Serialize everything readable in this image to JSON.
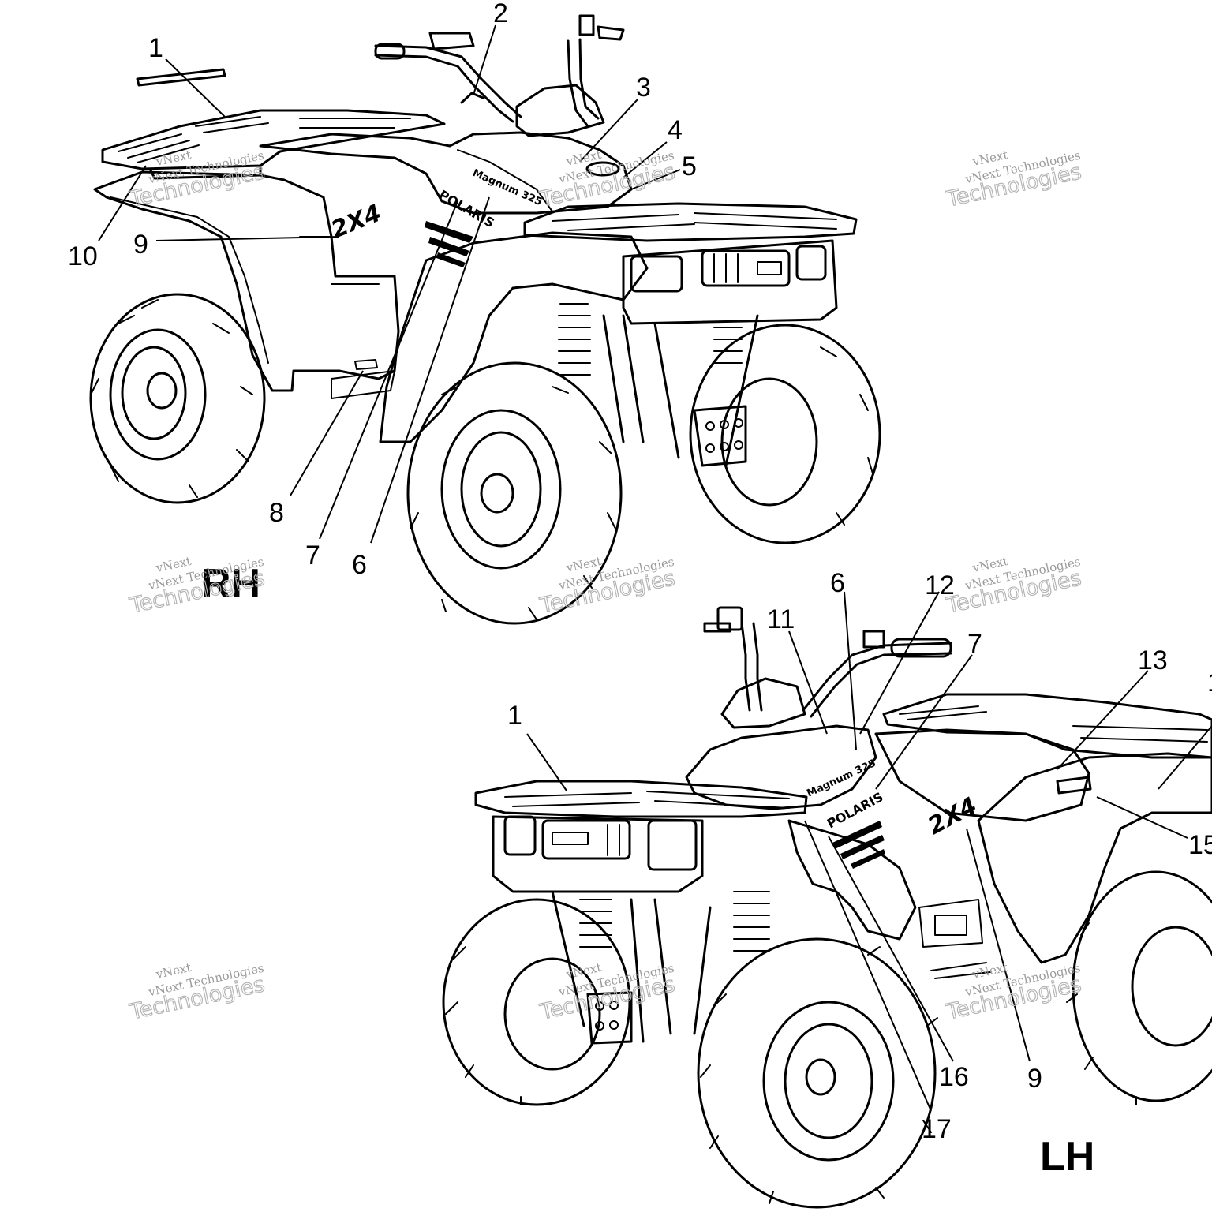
{
  "rh_view": {
    "label": "RH",
    "callouts": [
      "1",
      "2",
      "3",
      "4",
      "5",
      "6",
      "7",
      "8",
      "9",
      "10"
    ]
  },
  "lh_view": {
    "label": "LH",
    "callouts": [
      "1",
      "6",
      "7",
      "9",
      "11",
      "12",
      "13",
      "15",
      "16",
      "17"
    ],
    "partial_callout": "1"
  },
  "decal_text": {
    "brand": "POLARIS",
    "drive": "2X4",
    "model": "Magnum 325"
  },
  "watermark": {
    "line1": "vNext",
    "line2": "vNext Technologies",
    "line3": "Technologies",
    "color": "#9a9a9a"
  }
}
